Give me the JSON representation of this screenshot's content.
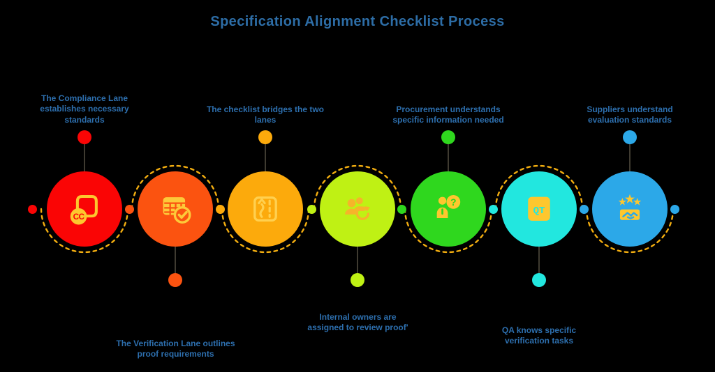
{
  "title": "Specification Alignment Checklist Process",
  "colors": {
    "background": "#000000",
    "title": "#2d6da6",
    "label": "#2d6fae",
    "dash": "#f3ae10",
    "stem": "#3f3b31"
  },
  "steps": [
    {
      "label": "The Compliance Lane establishes necessary standards",
      "color": "#fa0505",
      "icon": "cc-document-icon",
      "icon_color": "#fdc72e",
      "label_position": "top"
    },
    {
      "label": "The Verification Lane outlines proof requirements",
      "color": "#fb5310",
      "icon": "table-check-icon",
      "icon_color": "#fdc939",
      "label_position": "bottom"
    },
    {
      "label": "The checklist bridges the two lanes",
      "color": "#fcaa0c",
      "icon": "lane-change-icon",
      "icon_color": "#ffd04f",
      "label_position": "top"
    },
    {
      "label": "Internal owners are assigned to review proof'",
      "color": "#bff114",
      "icon": "people-refresh-icon",
      "icon_color": "#f6b42a",
      "label_position": "bottom"
    },
    {
      "label": "Procurement understands specific information needed",
      "color": "#2fd71e",
      "icon": "person-question-icon",
      "icon_color": "#fdc72e",
      "label_position": "top"
    },
    {
      "label": "QA knows specific verification tasks",
      "color": "#22e7df",
      "icon": "qt-badge-icon",
      "icon_color": "#fdc72e",
      "badge": "QT",
      "label_position": "bottom"
    },
    {
      "label": "Suppliers understand evaluation standards",
      "color": "#2ca8e8",
      "icon": "stars-handshake-icon",
      "icon_color": "#fdc72e",
      "label_position": "top"
    }
  ],
  "connector_dots": [
    "#fa0505",
    "#fb5310",
    "#fcaa0c",
    "#bff114",
    "#2fd71e",
    "#22e7df",
    "#2ca8e8",
    "#2ca8e8"
  ],
  "icon_texts": {
    "cc": "CC",
    "question": "?"
  }
}
